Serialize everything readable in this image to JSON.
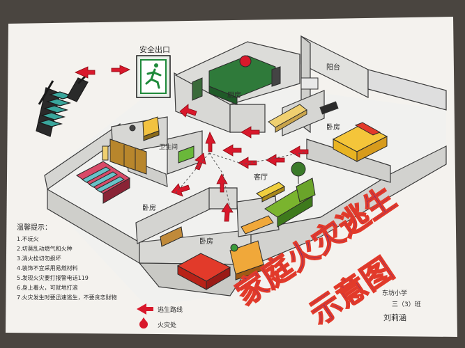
{
  "labels": {
    "exit_sign": "安全出口",
    "balcony": "阳台",
    "kitchen": "厨房",
    "bathroom": "卫生间",
    "bedroom_top_right": "卧房",
    "bedroom_left": "卧房",
    "living_room": "客厅",
    "bedroom_bottom": "卧房"
  },
  "tips": {
    "title": "温馨提示：",
    "items": [
      "1.不玩火",
      "2.切莫乱动燃气和火种",
      "3.消火栓切勿损坏",
      "4.装饰不宜采用易燃材料",
      "5.发现火灾要打报警电话119",
      "6.身上着火，可就地打滚",
      "7.火灾发生时要迅速逃生，不要贪恋财物"
    ]
  },
  "legend": {
    "escape_route": "逃生路线",
    "fire_origin": "火灾处"
  },
  "title": {
    "line1": "家庭火灾逃生",
    "line2": "示意图"
  },
  "signature": {
    "school": "东坊小学",
    "class": "三（3）班",
    "name": "刘莉涵"
  },
  "icons": {
    "exit": "running-man-exit-icon",
    "arrow": "red-arrow-icon",
    "fire": "fire-origin-icon"
  },
  "colors": {
    "paper": "#f4f2ee",
    "wall": "#d9d9d6",
    "wall_edge": "#3a3a3a",
    "arrow": "#d8182b",
    "title_purple": "#5d2a8c",
    "title_red": "#e23a2a",
    "exit_green": "#1e8a3a"
  }
}
